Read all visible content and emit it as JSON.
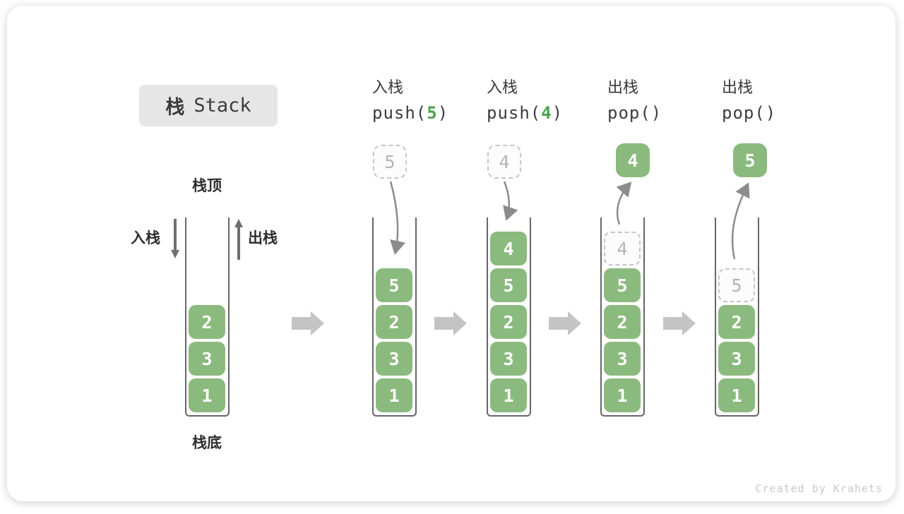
{
  "title": {
    "zh": "栈",
    "en": "Stack"
  },
  "diagram_labels": {
    "stack_top": "栈顶",
    "stack_bottom": "栈底",
    "push_side": "入栈",
    "pop_side": "出栈"
  },
  "initial_stack": {
    "items": [
      "2",
      "3",
      "1"
    ]
  },
  "steps": [
    {
      "op_label": "入栈",
      "code": {
        "pre": "push(",
        "arg": "5",
        "post": ")"
      },
      "floating_value": "5",
      "floating_style": "ghost",
      "items": [
        {
          "value": "5",
          "style": "solid"
        },
        {
          "value": "2",
          "style": "solid"
        },
        {
          "value": "3",
          "style": "solid"
        },
        {
          "value": "1",
          "style": "solid"
        }
      ]
    },
    {
      "op_label": "入栈",
      "code": {
        "pre": "push(",
        "arg": "4",
        "post": ")"
      },
      "floating_value": "4",
      "floating_style": "ghost",
      "items": [
        {
          "value": "4",
          "style": "solid"
        },
        {
          "value": "5",
          "style": "solid"
        },
        {
          "value": "2",
          "style": "solid"
        },
        {
          "value": "3",
          "style": "solid"
        },
        {
          "value": "1",
          "style": "solid"
        }
      ]
    },
    {
      "op_label": "出栈",
      "code": {
        "pre": "pop(",
        "arg": "",
        "post": ")"
      },
      "floating_value": "4",
      "floating_style": "solid",
      "items": [
        {
          "value": "4",
          "style": "ghost"
        },
        {
          "value": "5",
          "style": "solid"
        },
        {
          "value": "2",
          "style": "solid"
        },
        {
          "value": "3",
          "style": "solid"
        },
        {
          "value": "1",
          "style": "solid"
        }
      ]
    },
    {
      "op_label": "出栈",
      "code": {
        "pre": "pop(",
        "arg": "",
        "post": ")"
      },
      "floating_value": "5",
      "floating_style": "solid",
      "items": [
        {
          "value": "5",
          "style": "ghost"
        },
        {
          "value": "2",
          "style": "solid"
        },
        {
          "value": "3",
          "style": "solid"
        },
        {
          "value": "1",
          "style": "solid"
        }
      ]
    }
  ],
  "watermark": "Created by Krahets",
  "colors": {
    "element_green": "#8bba7e",
    "code_arg_green": "#4aa34a",
    "badge_bg": "#e6e6e6",
    "ghost_border": "#c6c6c6",
    "flow_arrow_gray": "#c4c4c4",
    "curve_arrow_gray": "#8c8c8c",
    "straight_arrow_gray": "#6e6e6e",
    "text_dark": "#3b3b3b",
    "watermark_gray": "#c9c9c9"
  }
}
